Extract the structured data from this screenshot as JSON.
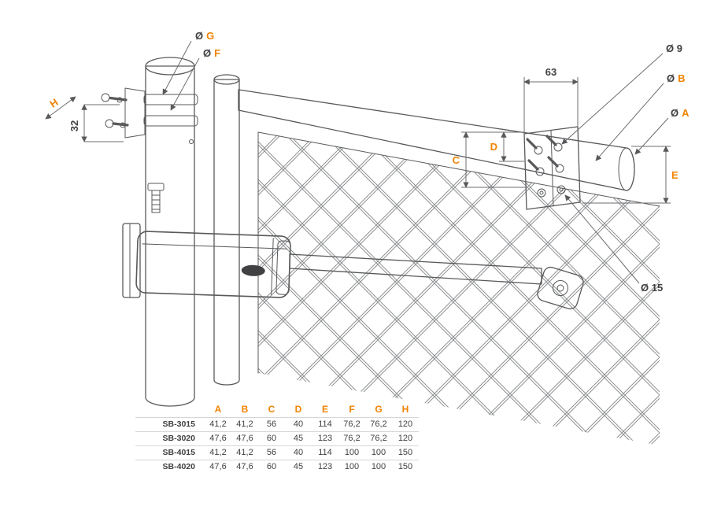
{
  "colors": {
    "accent": "#F08300",
    "line": "#58595B",
    "text": "#414042"
  },
  "labels": {
    "diameter": "Ø",
    "g": "G",
    "f": "F",
    "h": "H",
    "a": "A",
    "b": "B",
    "c": "C",
    "d": "D",
    "e": "E",
    "dia_9": "Ø 9",
    "dia_15": "Ø 15",
    "dim_32": "32",
    "dim_63": "63"
  },
  "table": {
    "headers": [
      "A",
      "B",
      "C",
      "D",
      "E",
      "F",
      "G",
      "H"
    ],
    "rows": [
      {
        "model": "SB-3015",
        "values": [
          "41,2",
          "41,2",
          "56",
          "40",
          "114",
          "76,2",
          "76,2",
          "120"
        ]
      },
      {
        "model": "SB-3020",
        "values": [
          "47,6",
          "47,6",
          "60",
          "45",
          "123",
          "76,2",
          "76,2",
          "120"
        ]
      },
      {
        "model": "SB-4015",
        "values": [
          "41,2",
          "41,2",
          "56",
          "40",
          "114",
          "100",
          "100",
          "150"
        ]
      },
      {
        "model": "SB-4020",
        "values": [
          "47,6",
          "47,6",
          "60",
          "45",
          "123",
          "100",
          "100",
          "150"
        ]
      }
    ]
  }
}
